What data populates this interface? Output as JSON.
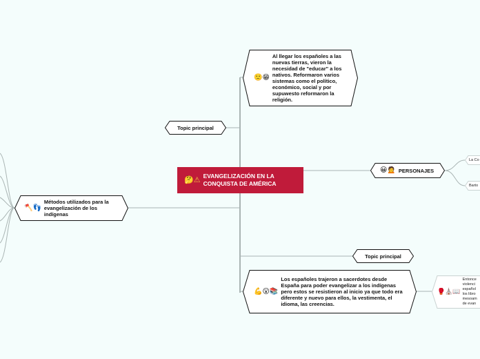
{
  "central": {
    "icons": "🤔⚠",
    "title": "EVANGELIZACIÓN EN LA CONQUISTA DE AMÉRICA"
  },
  "nodes": {
    "top_text": {
      "icons": "🙂😁",
      "text": "Al llegar los españoles a las nuevas tierras, vieron la necesidad de \"educar\" a los nativos. Reformaron varios sistemas como el político, económico, social y por supuwesto reformaron  la religión."
    },
    "topic_left": {
      "label": "Topic principal"
    },
    "personajes": {
      "icons": "😀🙍",
      "label": "PERSONAJES"
    },
    "personajes_child_1": {
      "label": "La Co"
    },
    "personajes_child_2": {
      "label": "Barto"
    },
    "metodos": {
      "icons": "🪓👣",
      "label": "Métodos utilizados para la evangelización de los indígenas"
    },
    "topic_bottom": {
      "label": "Topic principal"
    },
    "bottom_text": {
      "icons": "💪😮📚",
      "text": "Los españoles trajeron a sacerdotes desde España para poder evangelizar a los indígenas pero estos se resistieron al inicio ya que todo era diferente y nuevo para ellos, la vestimenta, el idioma, las creencias."
    },
    "bottom_child": {
      "icons": "🥊⛪📖",
      "lines": [
        "Entonce",
        "violenci",
        "español",
        "los libro",
        "mesoam",
        "de evan"
      ]
    }
  },
  "colors": {
    "central_fill": "#c01b3a",
    "background": "#f4fdfc",
    "connector": "#a9b4b3"
  }
}
